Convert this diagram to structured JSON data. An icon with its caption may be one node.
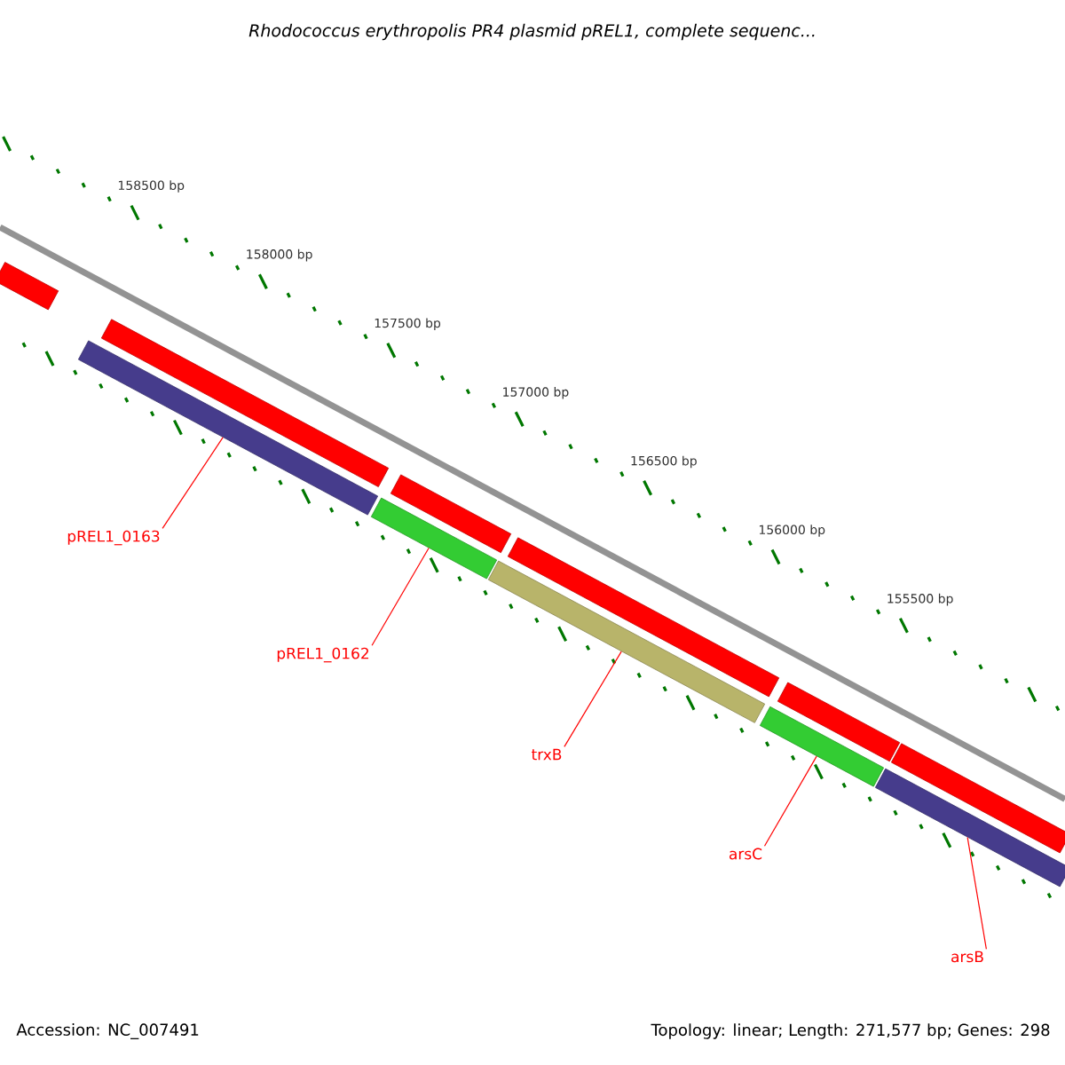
{
  "diagram": {
    "title": "Rhodococcus erythropolis PR4 plasmid pREL1, complete sequenc...",
    "nodes": [
      {
        "text": [],
        "shape": "bar"
      },
      {
        "text": [],
        "shape": "bar"
      },
      {
        "text": [],
        "shape": "bar"
      },
      {
        "text": [],
        "shape": "bar"
      },
      {
        "text": [],
        "shape": "bar"
      },
      {
        "text": [],
        "shape": "bar"
      },
      {
        "text": [],
        "shape": "bar"
      },
      {
        "text": [],
        "shape": "bar"
      },
      {
        "text": [],
        "shape": "bar"
      },
      {
        "text": [],
        "shape": "bar"
      },
      {
        "text": [],
        "shape": "bar"
      },
      {
        "text": [
          "pREL1_0163"
        ]
      },
      {
        "text": [
          "pREL1_0162"
        ]
      },
      {
        "text": [
          "trxB"
        ]
      },
      {
        "text": [
          "arsC"
        ]
      },
      {
        "text": [
          "arsB"
        ]
      }
    ],
    "edges": [
      {
        "from": 11,
        "to": 2,
        "arrow": "none"
      },
      {
        "from": 12,
        "to": 4,
        "arrow": "none"
      },
      {
        "from": 13,
        "to": 6,
        "arrow": "none"
      },
      {
        "from": 14,
        "to": 8,
        "arrow": "none"
      },
      {
        "from": 15,
        "to": 10,
        "arrow": "none"
      }
    ],
    "labels": [
      "158500 bp",
      "158000 bp",
      "157500 bp",
      "157000 bp",
      "156500 bp",
      "156000 bp",
      "155500 bp",
      "Accession: NC_007491",
      "Topology: linear; Length: 271,577 bp; Genes: 298"
    ]
  }
}
